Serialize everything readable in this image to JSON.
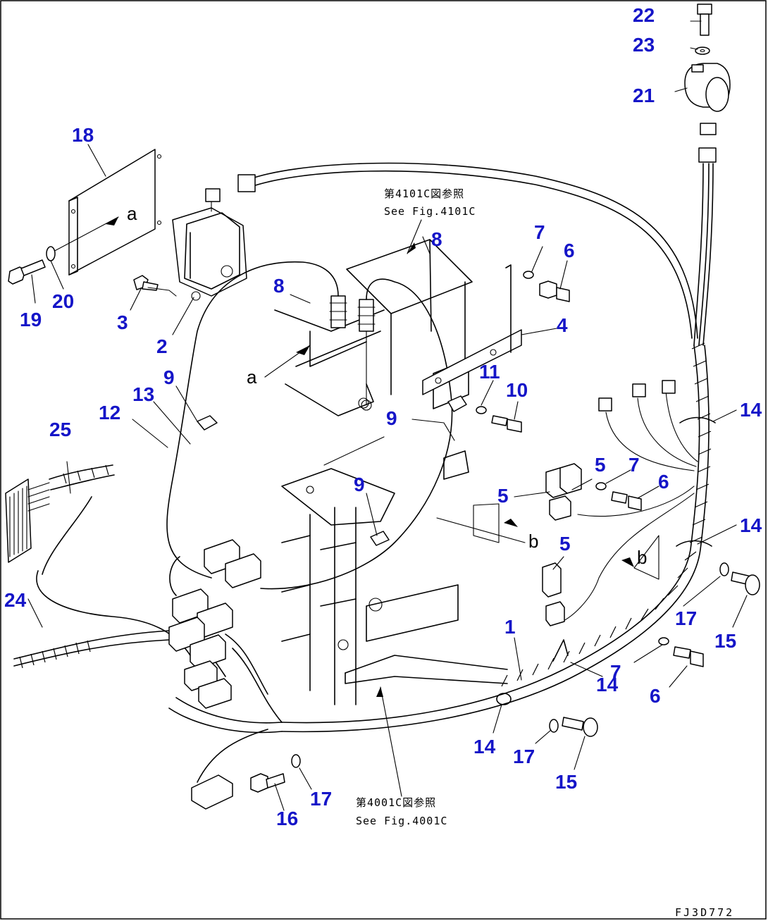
{
  "diagram": {
    "drawing_code": "FJ3D772",
    "references": {
      "top": {
        "jp": "第4101C図参照",
        "en": "See Fig.4101C"
      },
      "bottom": {
        "jp": "第4001C図参照",
        "en": "See Fig.4001C"
      }
    },
    "view_arrows": {
      "a": "a",
      "b": "b"
    },
    "callouts": {
      "c1": "1",
      "c2": "2",
      "c3": "3",
      "c4": "4",
      "c5a": "5",
      "c5b": "5",
      "c5c": "5",
      "c6a": "6",
      "c6b": "6",
      "c6c": "6",
      "c7a": "7",
      "c7b": "7",
      "c7c": "7",
      "c8a": "8",
      "c8b": "8",
      "c9a": "9",
      "c9b": "9",
      "c9c": "9",
      "c10": "10",
      "c11": "11",
      "c12": "12",
      "c13": "13",
      "c14a": "14",
      "c14b": "14",
      "c14c": "14",
      "c14d": "14",
      "c15a": "15",
      "c15b": "15",
      "c16": "16",
      "c17a": "17",
      "c17b": "17",
      "c17c": "17",
      "c18": "18",
      "c19": "19",
      "c20": "20",
      "c21": "21",
      "c22": "22",
      "c23": "23",
      "c24": "24",
      "c25": "25"
    },
    "colors": {
      "callout": "#1515c8",
      "line": "#000000",
      "background": "#ffffff"
    }
  }
}
